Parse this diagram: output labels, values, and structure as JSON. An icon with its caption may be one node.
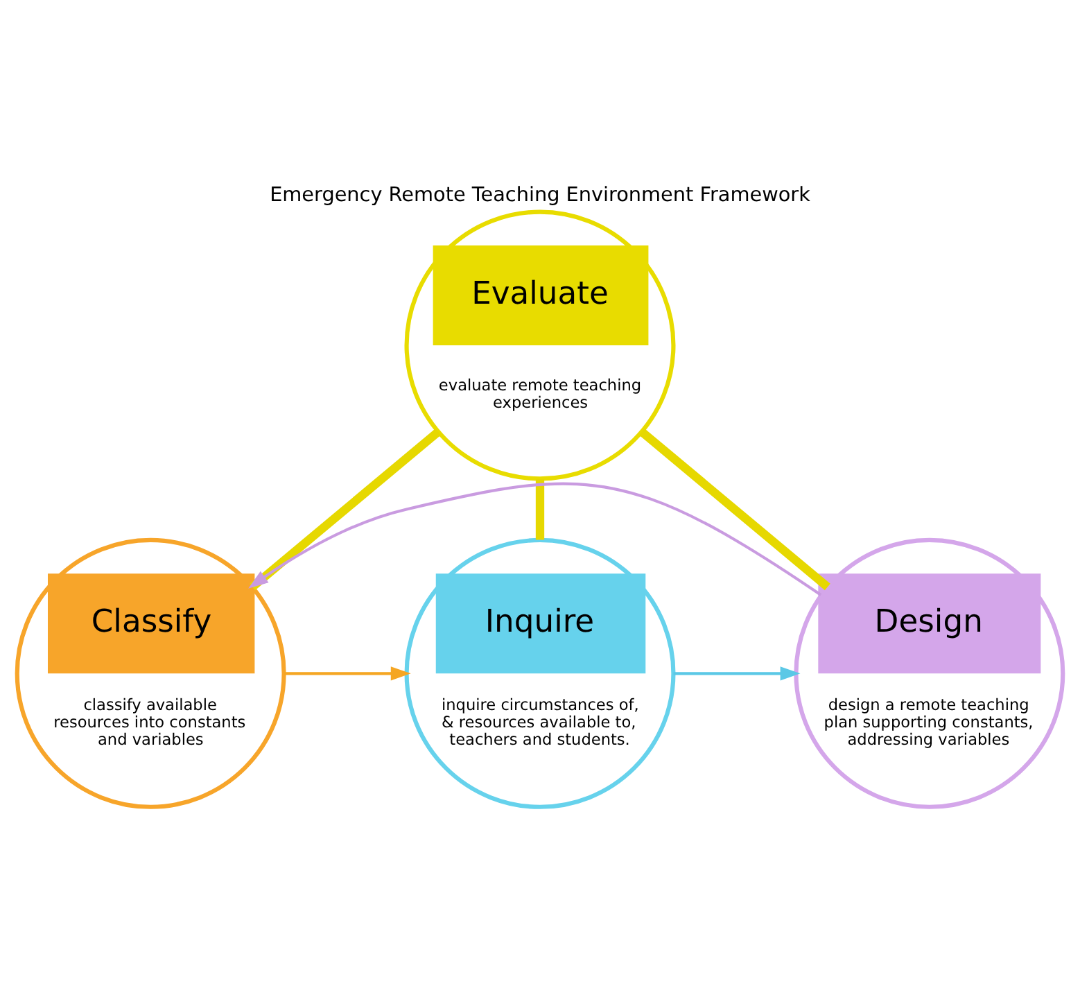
{
  "diagram": {
    "title": "Emergency Remote Teaching Environment Framework",
    "nodes": [
      {
        "text": [
          "Classify",
          "classify available resources into constants and variables"
        ]
      },
      {
        "text": [
          "Evaluate",
          "evaluate remote teaching experiences"
        ]
      },
      {
        "text": [
          "Inquire",
          "inquire circumstances of, & resources available to, teachers and students."
        ]
      },
      {
        "text": [
          "Design",
          "design a remote teaching plan supporting constants, addressing variables"
        ]
      }
    ],
    "edges": [
      {
        "from": 0,
        "to": 2,
        "arrow": "to",
        "color": "#f5a623"
      },
      {
        "from": 2,
        "to": 3,
        "arrow": "to",
        "color": "#5bc8e6"
      },
      {
        "from": 3,
        "to": 0,
        "arrow": "to",
        "color": "#c99be0"
      },
      {
        "from": 1,
        "to": 0,
        "arrow": "none",
        "style": "thick",
        "color": "#e6d800"
      },
      {
        "from": 1,
        "to": 2,
        "arrow": "none",
        "style": "thick",
        "color": "#e6d800"
      },
      {
        "from": 1,
        "to": 3,
        "arrow": "none",
        "style": "thick",
        "color": "#e6d800"
      }
    ]
  }
}
